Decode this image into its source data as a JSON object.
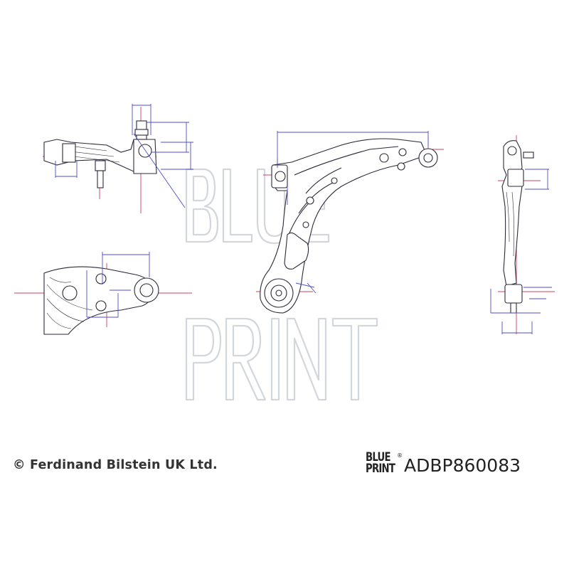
{
  "footer": {
    "copyright": "© Ferdinand Bilstein UK Ltd.",
    "part_number": "ADBP860083"
  },
  "brand": {
    "line1": "BLUE",
    "line2": "PRINT",
    "registered_mark": "®"
  },
  "watermark": {
    "line1": "BLUE",
    "line2": "PRINT"
  },
  "colors": {
    "dimension_lines": "#4e4ecc",
    "center_lines": "#d0405a",
    "outline": "#2a2a3a",
    "watermark": "#d3d6da"
  }
}
